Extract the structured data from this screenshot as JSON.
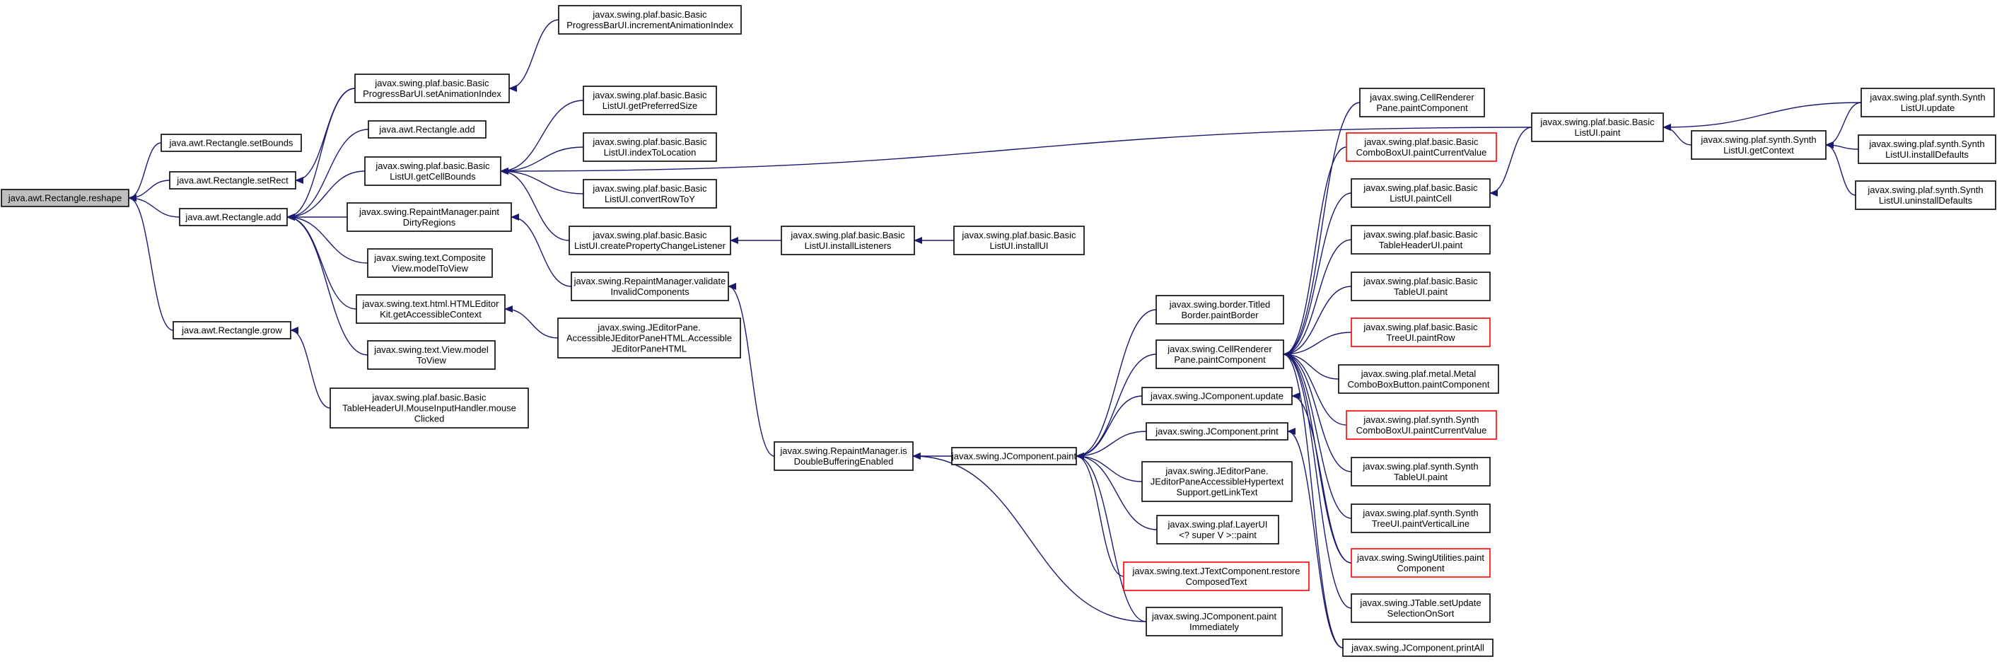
{
  "colors": {
    "edge": "#191970",
    "node_border": "#000000",
    "node_border_truncated": "#ff0000",
    "root_fill": "#bfbfbf",
    "node_fill": "#ffffff"
  },
  "nodes": [
    {
      "id": "rect_reshape",
      "lines": [
        "java.awt.Rectangle.reshape"
      ],
      "root": true
    },
    {
      "id": "rect_setBounds",
      "lines": [
        "java.awt.Rectangle.setBounds"
      ]
    },
    {
      "id": "rect_setRect",
      "lines": [
        "java.awt.Rectangle.setRect"
      ]
    },
    {
      "id": "rect_add_main",
      "lines": [
        "java.awt.Rectangle.add"
      ]
    },
    {
      "id": "rect_grow",
      "lines": [
        "java.awt.Rectangle.grow"
      ]
    },
    {
      "id": "pbar_setAnim",
      "lines": [
        "javax.swing.plaf.basic.Basic",
        "ProgressBarUI.setAnimationIndex"
      ]
    },
    {
      "id": "rect_add2",
      "lines": [
        "java.awt.Rectangle.add"
      ]
    },
    {
      "id": "list_getCellBounds",
      "lines": [
        "javax.swing.plaf.basic.Basic",
        "ListUI.getCellBounds"
      ]
    },
    {
      "id": "rm_paintDirty",
      "lines": [
        "javax.swing.RepaintManager.paint",
        "DirtyRegions"
      ]
    },
    {
      "id": "compview_modelToView",
      "lines": [
        "javax.swing.text.Composite",
        "View.modelToView"
      ]
    },
    {
      "id": "htmlkit_getAcc",
      "lines": [
        "javax.swing.text.html.HTMLEditor",
        "Kit.getAccessibleContext"
      ]
    },
    {
      "id": "view_modelToView",
      "lines": [
        "javax.swing.text.View.model",
        "ToView"
      ]
    },
    {
      "id": "thui_mouseClicked",
      "lines": [
        "javax.swing.plaf.basic.Basic",
        "TableHeaderUI.MouseInputHandler.mouse",
        "Clicked"
      ]
    },
    {
      "id": "pbar_incAnim",
      "lines": [
        "javax.swing.plaf.basic.Basic",
        "ProgressBarUI.incrementAnimationIndex"
      ]
    },
    {
      "id": "list_getPrefSize",
      "lines": [
        "javax.swing.plaf.basic.Basic",
        "ListUI.getPreferredSize"
      ]
    },
    {
      "id": "list_indexToLoc",
      "lines": [
        "javax.swing.plaf.basic.Basic",
        "ListUI.indexToLocation"
      ]
    },
    {
      "id": "list_convertRow",
      "lines": [
        "javax.swing.plaf.basic.Basic",
        "ListUI.convertRowToY"
      ]
    },
    {
      "id": "list_createPCL",
      "lines": [
        "javax.swing.plaf.basic.Basic",
        "ListUI.createPropertyChangeListener"
      ]
    },
    {
      "id": "rm_validate",
      "lines": [
        "javax.swing.RepaintManager.validate",
        "InvalidComponents"
      ]
    },
    {
      "id": "jep_accHTML",
      "lines": [
        "javax.swing.JEditorPane.",
        "AccessibleJEditorPaneHTML.Accessible",
        "JEditorPaneHTML"
      ]
    },
    {
      "id": "list_installListeners",
      "lines": [
        "javax.swing.plaf.basic.Basic",
        "ListUI.installListeners"
      ]
    },
    {
      "id": "list_installUI",
      "lines": [
        "javax.swing.plaf.basic.Basic",
        "ListUI.installUI"
      ]
    },
    {
      "id": "rm_isDouble",
      "lines": [
        "javax.swing.RepaintManager.is",
        "DoubleBufferingEnabled"
      ]
    },
    {
      "id": "jc_paint",
      "lines": [
        "javax.swing.JComponent.paint"
      ]
    },
    {
      "id": "titled_paintBorder",
      "lines": [
        "javax.swing.border.Titled",
        "Border.paintBorder"
      ]
    },
    {
      "id": "crp_paintComponent",
      "lines": [
        "javax.swing.CellRenderer",
        "Pane.paintComponent"
      ]
    },
    {
      "id": "jc_update",
      "lines": [
        "javax.swing.JComponent.update"
      ]
    },
    {
      "id": "jc_print",
      "lines": [
        "javax.swing.JComponent.print"
      ]
    },
    {
      "id": "jep_getLinkText",
      "lines": [
        "javax.swing.JEditorPane.",
        "JEditorPaneAccessibleHypertext",
        "Support.getLinkText"
      ]
    },
    {
      "id": "layerui_paint",
      "lines": [
        "javax.swing.plaf.LayerUI",
        "<? super V >::paint"
      ]
    },
    {
      "id": "jtc_restore",
      "lines": [
        "javax.swing.text.JTextComponent.restore",
        "ComposedText"
      ],
      "red": true
    },
    {
      "id": "jc_paintImm",
      "lines": [
        "javax.swing.JComponent.paint",
        "Immediately"
      ]
    },
    {
      "id": "crp_paintComponent2",
      "lines": [
        "javax.swing.CellRenderer",
        "Pane.paintComponent"
      ]
    },
    {
      "id": "combo_paintCV",
      "lines": [
        "javax.swing.plaf.basic.Basic",
        "ComboBoxUI.paintCurrentValue"
      ],
      "red": true
    },
    {
      "id": "list_paintCell",
      "lines": [
        "javax.swing.plaf.basic.Basic",
        "ListUI.paintCell"
      ]
    },
    {
      "id": "thui_paint",
      "lines": [
        "javax.swing.plaf.basic.Basic",
        "TableHeaderUI.paint"
      ]
    },
    {
      "id": "tableui_paint",
      "lines": [
        "javax.swing.plaf.basic.Basic",
        "TableUI.paint"
      ]
    },
    {
      "id": "treeui_paintRow",
      "lines": [
        "javax.swing.plaf.basic.Basic",
        "TreeUI.paintRow"
      ],
      "red": true
    },
    {
      "id": "metal_combo",
      "lines": [
        "javax.swing.plaf.metal.Metal",
        "ComboBoxButton.paintComponent"
      ]
    },
    {
      "id": "synth_combo",
      "lines": [
        "javax.swing.plaf.synth.Synth",
        "ComboBoxUI.paintCurrentValue"
      ],
      "red": true
    },
    {
      "id": "synth_table",
      "lines": [
        "javax.swing.plaf.synth.Synth",
        "TableUI.paint"
      ]
    },
    {
      "id": "synth_tree",
      "lines": [
        "javax.swing.plaf.synth.Synth",
        "TreeUI.paintVerticalLine"
      ]
    },
    {
      "id": "su_paintComp",
      "lines": [
        "javax.swing.SwingUtilities.paint",
        "Component"
      ],
      "red": true
    },
    {
      "id": "jtable_setUpdate",
      "lines": [
        "javax.swing.JTable.setUpdate",
        "SelectionOnSort"
      ]
    },
    {
      "id": "jc_printAll",
      "lines": [
        "javax.swing.JComponent.printAll"
      ]
    },
    {
      "id": "list_paint",
      "lines": [
        "javax.swing.plaf.basic.Basic",
        "ListUI.paint"
      ]
    },
    {
      "id": "synthlist_getContext",
      "lines": [
        "javax.swing.plaf.synth.Synth",
        "ListUI.getContext"
      ]
    },
    {
      "id": "synthlist_update",
      "lines": [
        "javax.swing.plaf.synth.Synth",
        "ListUI.update"
      ]
    },
    {
      "id": "synthlist_installDefaults",
      "lines": [
        "javax.swing.plaf.synth.Synth",
        "ListUI.installDefaults"
      ]
    },
    {
      "id": "synthlist_uninstallDefaults",
      "lines": [
        "javax.swing.plaf.synth.Synth",
        "ListUI.uninstallDefaults"
      ]
    }
  ],
  "edges": [
    [
      "rect_setBounds",
      "rect_reshape"
    ],
    [
      "rect_setRect",
      "rect_reshape"
    ],
    [
      "rect_add_main",
      "rect_reshape"
    ],
    [
      "rect_grow",
      "rect_reshape"
    ],
    [
      "pbar_setAnim",
      "rect_setRect"
    ],
    [
      "pbar_setAnim",
      "rect_add_main"
    ],
    [
      "rect_add2",
      "rect_add_main"
    ],
    [
      "list_getCellBounds",
      "rect_add_main"
    ],
    [
      "rm_paintDirty",
      "rect_add_main"
    ],
    [
      "compview_modelToView",
      "rect_add_main"
    ],
    [
      "htmlkit_getAcc",
      "rect_add_main"
    ],
    [
      "view_modelToView",
      "rect_add_main"
    ],
    [
      "thui_mouseClicked",
      "rect_grow"
    ],
    [
      "pbar_incAnim",
      "pbar_setAnim"
    ],
    [
      "list_getPrefSize",
      "list_getCellBounds"
    ],
    [
      "list_indexToLoc",
      "list_getCellBounds"
    ],
    [
      "list_convertRow",
      "list_getCellBounds"
    ],
    [
      "list_createPCL",
      "list_getCellBounds"
    ],
    [
      "list_paint",
      "list_getCellBounds"
    ],
    [
      "rm_validate",
      "rm_paintDirty"
    ],
    [
      "jep_accHTML",
      "htmlkit_getAcc"
    ],
    [
      "list_installListeners",
      "list_createPCL"
    ],
    [
      "list_installUI",
      "list_installListeners"
    ],
    [
      "rm_isDouble",
      "rm_validate"
    ],
    [
      "jc_paint",
      "rm_isDouble"
    ],
    [
      "jc_paintImm",
      "rm_isDouble"
    ],
    [
      "titled_paintBorder",
      "jc_paint"
    ],
    [
      "crp_paintComponent",
      "jc_paint"
    ],
    [
      "jc_update",
      "jc_paint"
    ],
    [
      "jc_print",
      "jc_paint"
    ],
    [
      "jep_getLinkText",
      "jc_paint"
    ],
    [
      "layerui_paint",
      "jc_paint"
    ],
    [
      "jtc_restore",
      "jc_paint"
    ],
    [
      "jc_paintImm",
      "jc_paint"
    ],
    [
      "crp_paintComponent2",
      "crp_paintComponent"
    ],
    [
      "combo_paintCV",
      "crp_paintComponent"
    ],
    [
      "list_paintCell",
      "crp_paintComponent"
    ],
    [
      "thui_paint",
      "crp_paintComponent"
    ],
    [
      "tableui_paint",
      "crp_paintComponent"
    ],
    [
      "treeui_paintRow",
      "crp_paintComponent"
    ],
    [
      "metal_combo",
      "crp_paintComponent"
    ],
    [
      "synth_combo",
      "crp_paintComponent"
    ],
    [
      "synth_table",
      "crp_paintComponent"
    ],
    [
      "synth_tree",
      "crp_paintComponent"
    ],
    [
      "su_paintComp",
      "crp_paintComponent"
    ],
    [
      "jtable_setUpdate",
      "crp_paintComponent"
    ],
    [
      "jc_printAll",
      "crp_paintComponent"
    ],
    [
      "su_paintComp",
      "jc_update"
    ],
    [
      "jc_printAll",
      "jc_print"
    ],
    [
      "list_paint",
      "list_paintCell"
    ],
    [
      "synthlist_getContext",
      "list_paint"
    ],
    [
      "synthlist_update",
      "list_paint"
    ],
    [
      "synthlist_update",
      "synthlist_getContext"
    ],
    [
      "synthlist_installDefaults",
      "synthlist_getContext"
    ],
    [
      "synthlist_uninstallDefaults",
      "synthlist_getContext"
    ]
  ]
}
